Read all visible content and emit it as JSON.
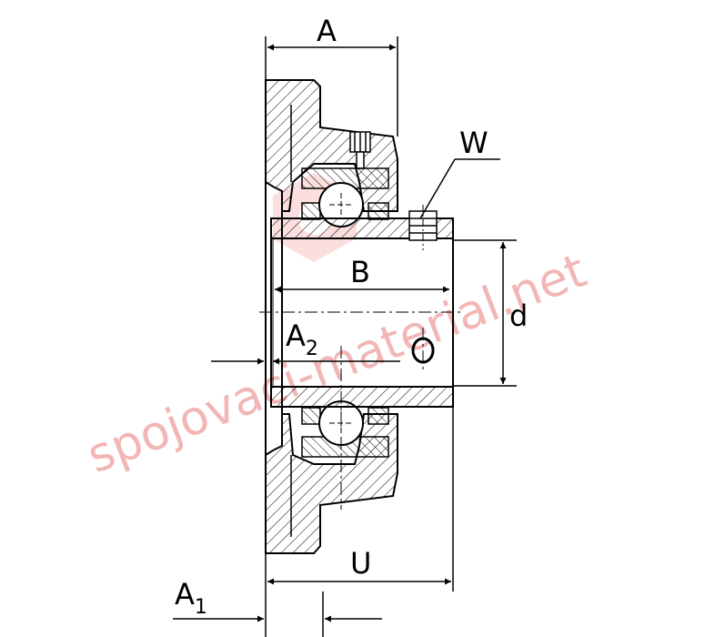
{
  "drawing": {
    "dimension_labels": {
      "A": "A",
      "W": "W",
      "B": "B",
      "d": "d",
      "A2_base": "A",
      "A2_sub": "2",
      "U": "U",
      "A1_base": "A",
      "A1_sub": "1"
    },
    "watermark": "spojovaci-material.net",
    "colors": {
      "line": "#000000",
      "hatch": "#000000",
      "watermark": "#f2b6b6"
    }
  }
}
